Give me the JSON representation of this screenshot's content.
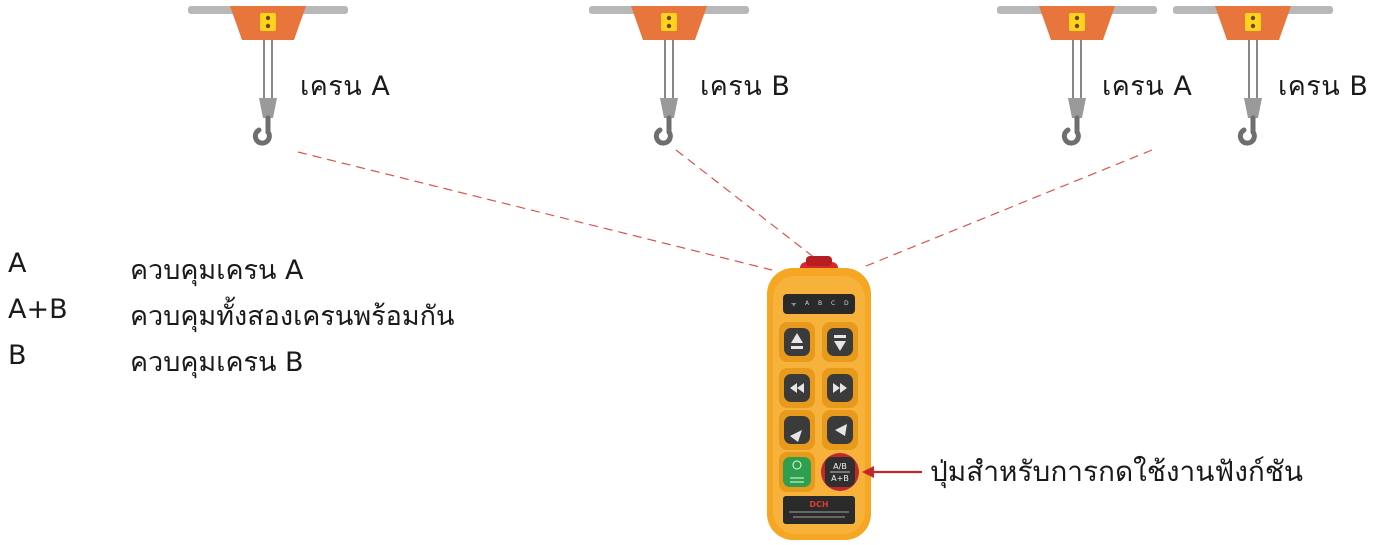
{
  "cranes": [
    {
      "label": "เครน A"
    },
    {
      "label": "เครน B"
    },
    {
      "label": "เครน A"
    },
    {
      "label": "เครน B"
    }
  ],
  "legend": [
    {
      "key": "A",
      "desc": "ควบคุมเครน A"
    },
    {
      "key": "A+B",
      "desc": "ควบคุมทั้งสองเครนพร้อมกัน"
    },
    {
      "key": "B",
      "desc": "ควบคุมเครน B"
    }
  ],
  "remote": {
    "brand": "DCH",
    "indicators": [
      "A",
      "B",
      "C",
      "D"
    ],
    "function_button": {
      "top": "A/B",
      "bottom": "A+B"
    }
  },
  "callout": {
    "text": "ปุ่มสำหรับการกดใช้งานฟังก์ชัน"
  },
  "colors": {
    "trolley": "#e8763c",
    "rail": "#b8b8b8",
    "remote_body": "#f5a623",
    "button": "#3b3b3b",
    "green_button": "#2e9e4f",
    "callout_red": "#c0282d",
    "dash": "#d9534f"
  }
}
